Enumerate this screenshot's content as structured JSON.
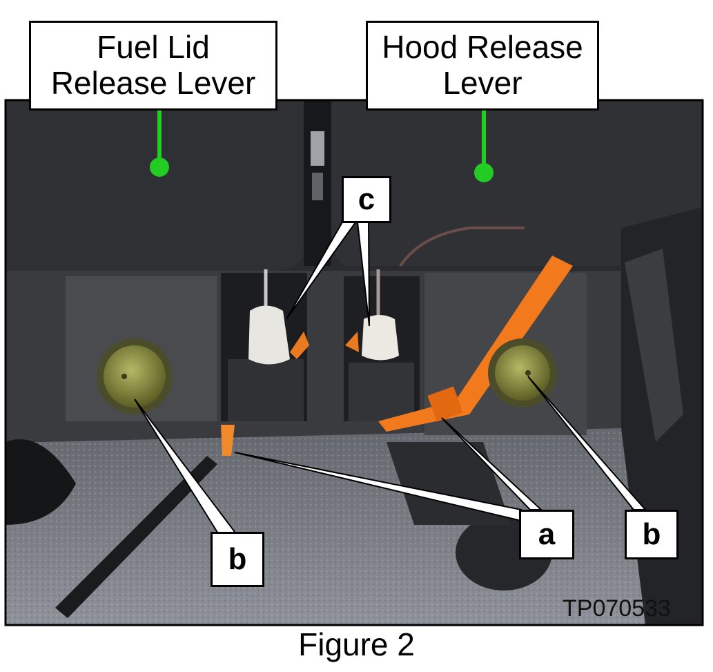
{
  "callouts": {
    "fuel_lid": {
      "line1": "Fuel Lid",
      "line2": "Release Lever"
    },
    "hood": {
      "line1": "Hood Release",
      "line2": "Lever"
    }
  },
  "labels": {
    "a": "a",
    "b_left": "b",
    "b_right": "b",
    "c": "c"
  },
  "photo_id": "TP070533",
  "caption": "Figure 2",
  "colors": {
    "leader_green": "#22cc22",
    "tie_orange": "#f27a1c",
    "bolt_olive": "#8d8f3e"
  }
}
